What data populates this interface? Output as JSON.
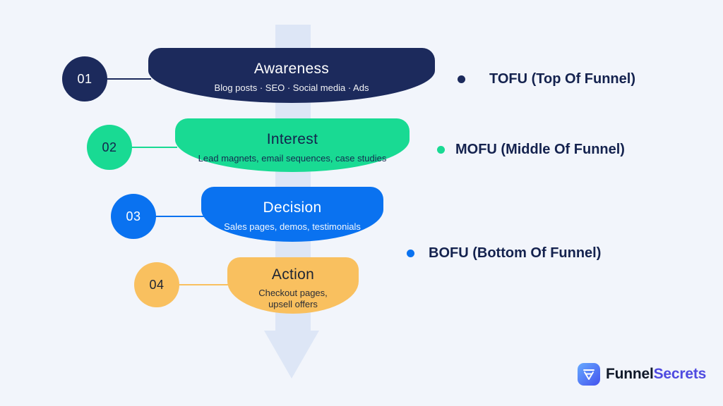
{
  "background_color": "#f2f5fb",
  "arrow": {
    "description": "downward flow arrow behind funnel",
    "color": "#dde6f6"
  },
  "funnel": {
    "stages": [
      {
        "number": "01",
        "title": "Awareness",
        "subtitle": "Blog posts · SEO · Social media · Ads",
        "color": "#1c2a5c",
        "text_color": "#ffffff"
      },
      {
        "number": "02",
        "title": "Interest",
        "subtitle": "Lead magnets, email sequences, case studies",
        "color": "#19da93",
        "text_color": "#13234d"
      },
      {
        "number": "03",
        "title": "Decision",
        "subtitle": "Sales pages, demos, testimonials",
        "color": "#0a72f0",
        "text_color": "#ffffff"
      },
      {
        "number": "04",
        "title": "Action",
        "subtitle": "Checkout pages,\nupsell offers",
        "color": "#f9c05f",
        "text_color": "#1d2433"
      }
    ]
  },
  "legend": [
    {
      "label": "TOFU (Top Of Funnel)",
      "bullet_color": "#1c2a5c"
    },
    {
      "label": "MOFU (Middle Of Funnel)",
      "bullet_color": "#19da93"
    },
    {
      "label": "BOFU (Bottom Of Funnel)",
      "bullet_color": "#0a72f0"
    }
  ],
  "logo": {
    "brand_first": "Funnel",
    "brand_second": "Secrets",
    "icon": "funnel-icon",
    "icon_gradient_start": "#66aaff",
    "icon_gradient_end": "#4452ee",
    "second_color": "#4f4ae0"
  }
}
